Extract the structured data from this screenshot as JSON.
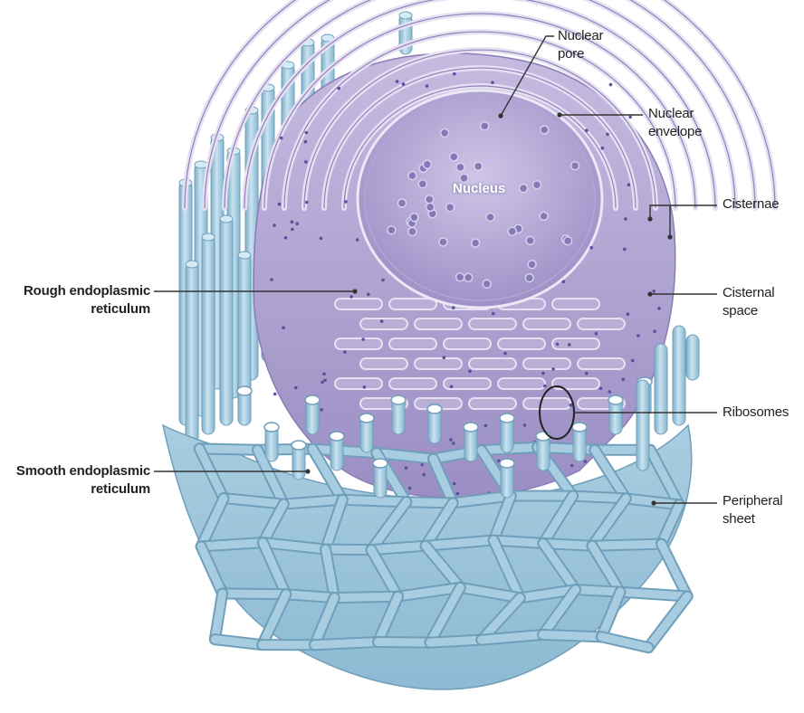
{
  "colors": {
    "membrane": "#b9aed6",
    "membrane_dark": "#8f82b8",
    "membrane_edge": "#e6e0f3",
    "ribosome": "#5b4f9e",
    "smooth_er": "#a9cde0",
    "smooth_er_dark": "#6f9fbb",
    "smooth_er_light": "#d4eaf4",
    "leader": "#333333"
  },
  "labels": {
    "nuclear_pore": [
      "Nuclear",
      "pore"
    ],
    "nuclear_envelope": [
      "Nuclear",
      "envelope"
    ],
    "cisternae": [
      "Cisternae"
    ],
    "cisternal_space": [
      "Cisternal",
      "space"
    ],
    "ribosomes": [
      "Ribosomes"
    ],
    "peripheral_sheet": [
      "Peripheral",
      "sheet"
    ],
    "rough_er": [
      "Rough endoplasmic",
      "reticulum"
    ],
    "smooth_er": [
      "Smooth endoplasmic",
      "reticulum"
    ],
    "nucleus": "Nucleus"
  }
}
